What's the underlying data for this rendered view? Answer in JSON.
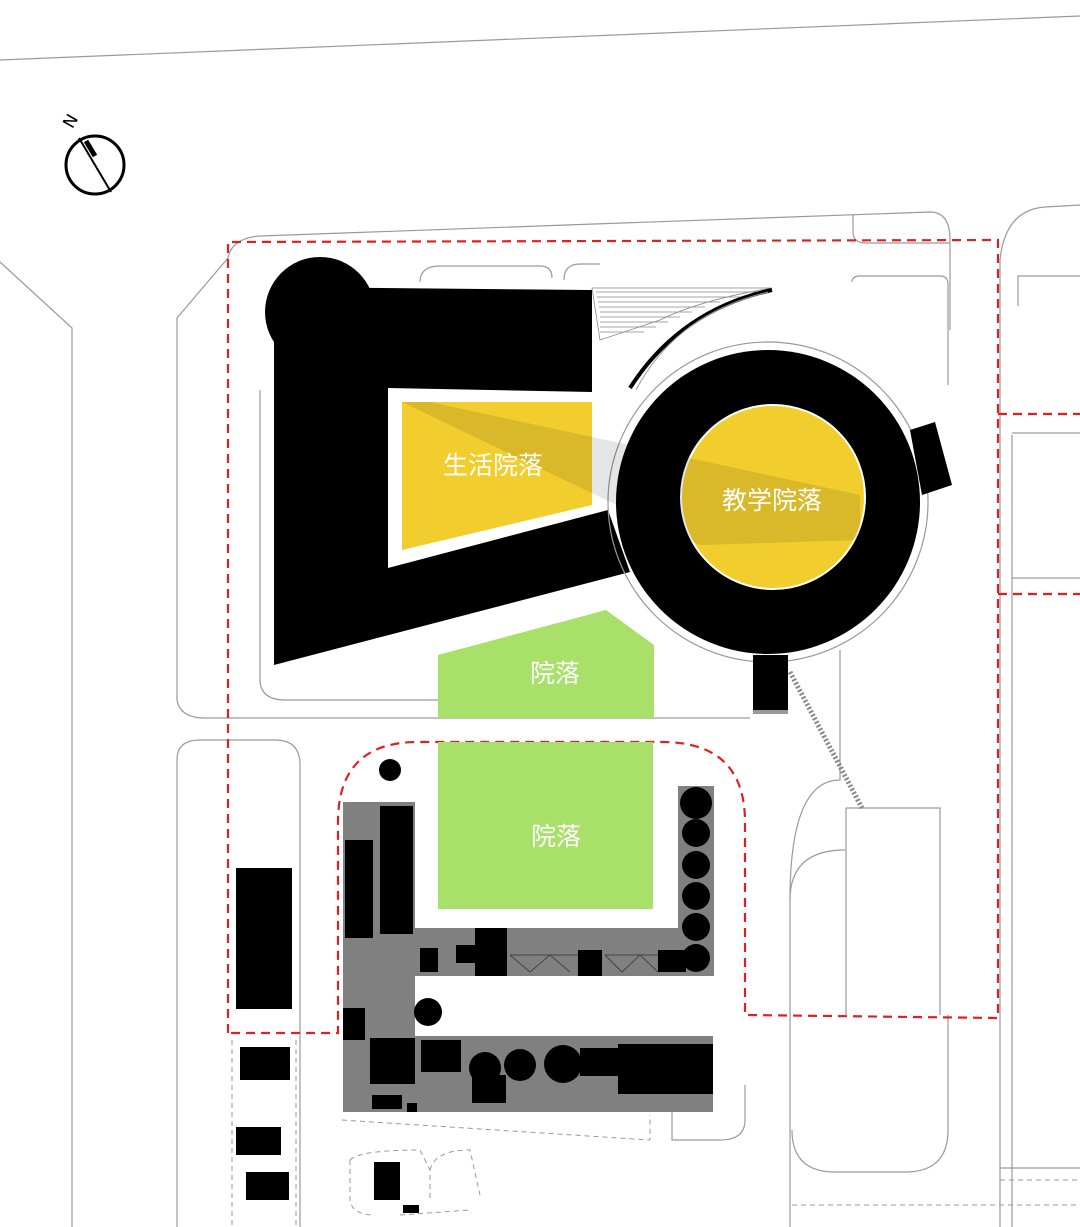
{
  "north_label": "N",
  "labels": {
    "living_court": "生活院落",
    "teaching_court": "教学院落",
    "courtyard_upper": "院落",
    "courtyard_lower": "院落"
  },
  "colors": {
    "living_court": "#f2cd2e",
    "teaching_court": "#f2cd2e",
    "courtyard": "#a8e06a",
    "building": "#000000",
    "existing_building": "#808080",
    "site_boundary": "#e02020",
    "road_line": "#9a9a9a"
  }
}
